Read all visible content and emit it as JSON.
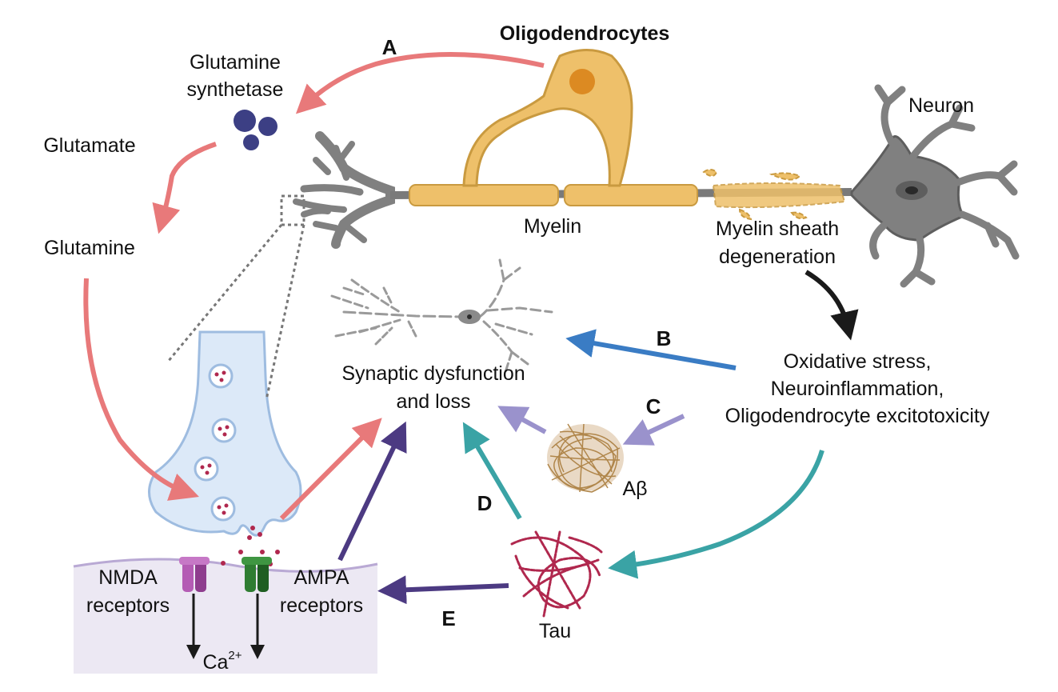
{
  "labels": {
    "oligodendrocytes": "Oligodendrocytes",
    "neuron": "Neuron",
    "glutamine_synthetase_1": "Glutamine",
    "glutamine_synthetase_2": "synthetase",
    "glutamate": "Glutamate",
    "glutamine": "Glutamine",
    "myelin": "Myelin",
    "myelin_sheath_1": "Myelin sheath",
    "myelin_sheath_2": "degeneration",
    "synaptic_1": "Synaptic dysfunction",
    "synaptic_2": "and loss",
    "stress_1": "Oxidative stress,",
    "stress_2": "Neuroinflammation,",
    "stress_3": "Oligodendrocyte excitotoxicity",
    "abeta": "Aβ",
    "tau": "Tau",
    "nmda_1": "NMDA",
    "nmda_2": "receptors",
    "ampa_1": "AMPA",
    "ampa_2": "receptors",
    "calcium": "Ca",
    "calcium_sup": "2+"
  },
  "pathway_letters": {
    "a": "A",
    "b": "B",
    "c": "C",
    "d": "D",
    "e": "E"
  },
  "colors": {
    "pathway_a": "#e8797a",
    "pathway_b": "#3a7cc4",
    "pathway_c": "#9a92cc",
    "pathway_d": "#3aa3a5",
    "pathway_e": "#4c3a82",
    "degeneration": "#1a1a1a",
    "oligodendrocyte": "#eec06a",
    "neuron": "#808080",
    "glutamine_synthetase": "#3c3f84",
    "presynaptic": "#dce9f8",
    "membrane": "#ece8f3",
    "nmda": "#b45cb4",
    "ampa": "#2f7d32",
    "tau": "#b0284e",
    "abeta": "#a87a38"
  }
}
